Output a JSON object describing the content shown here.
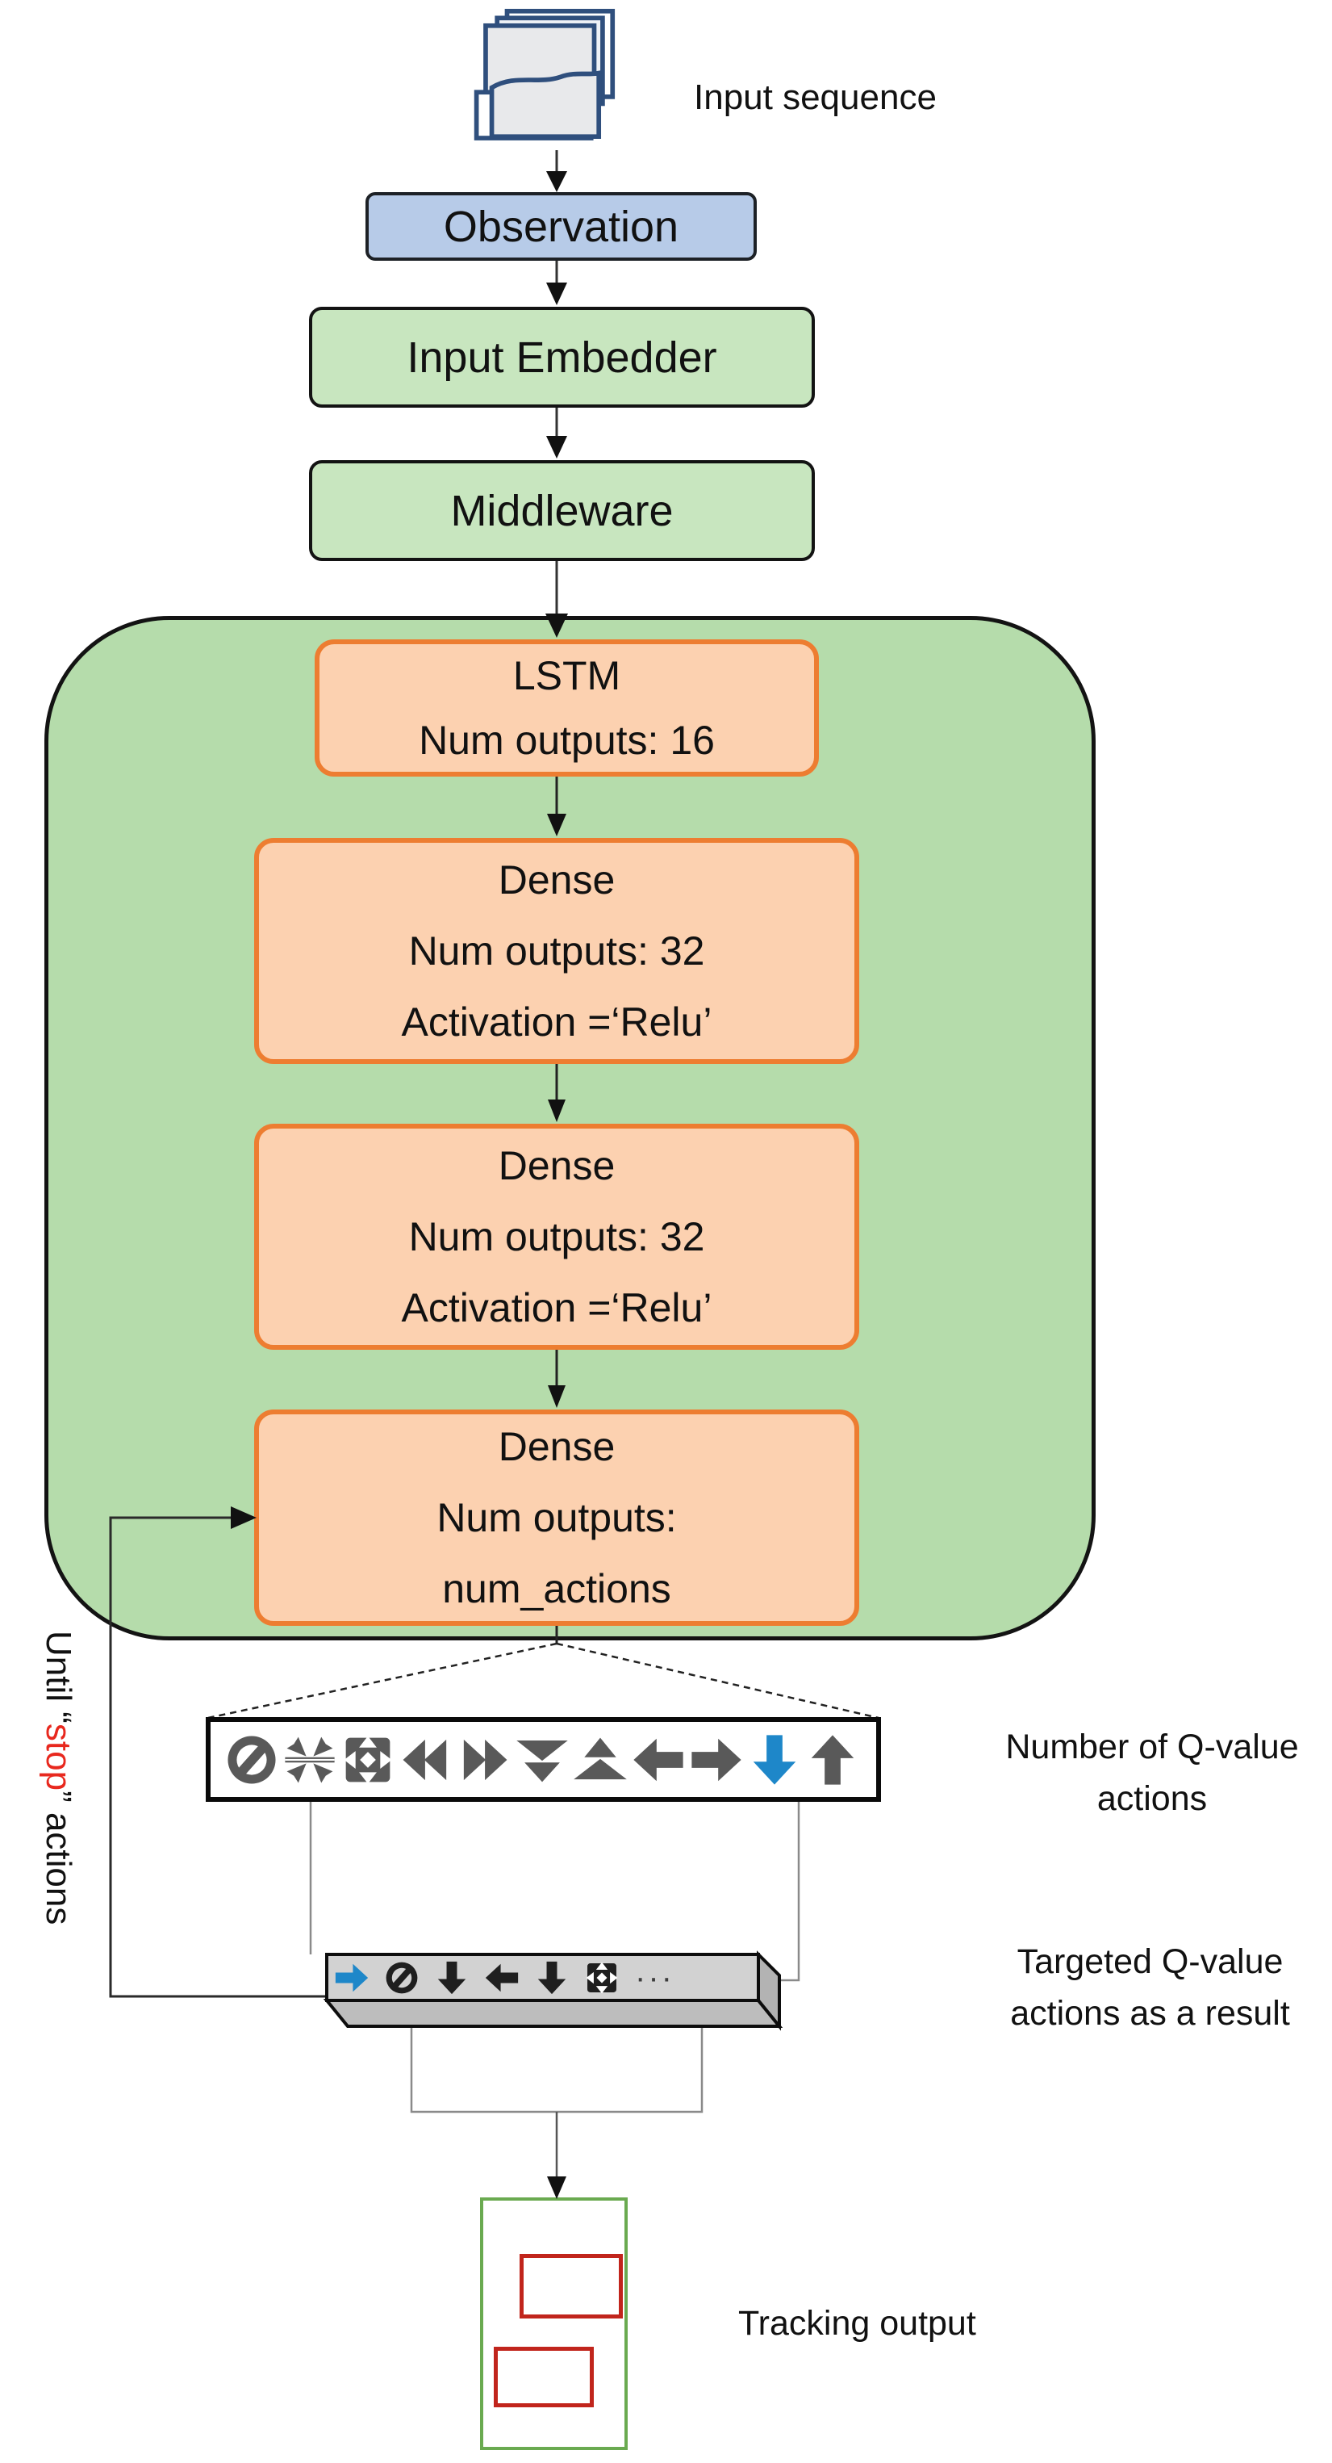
{
  "figure": {
    "type": "flow-diagram",
    "subject": "Recurrent DQN tracking agent architecture"
  },
  "labels": {
    "input_sequence": "Input sequence",
    "q_count_line1": "Number of Q-value",
    "q_count_line2": "actions",
    "targeted_line1": "Targeted Q-value",
    "targeted_line2": "actions as a result",
    "tracking_output": "Tracking output",
    "loop_prefix": "Until “",
    "loop_stop": "stop",
    "loop_suffix": "” actions"
  },
  "nodes": {
    "observation": "Observation",
    "input_embedder": "Input Embedder",
    "middleware": "Middleware",
    "lstm": {
      "title": "LSTM",
      "line2": "Num outputs: 16"
    },
    "dense_1": {
      "title": "Dense",
      "line2": "Num outputs: 32",
      "line3": "Activation =‘Relu’"
    },
    "dense_2": {
      "title": "Dense",
      "line2": "Num outputs: 32",
      "line3": "Activation =‘Relu’"
    },
    "dense_3": {
      "title": "Dense",
      "line2": "Num outputs:",
      "line3": "num_actions"
    }
  },
  "q_value_box": {
    "icons": [
      {
        "name": "no-symbol-icon",
        "sym": "no",
        "tone": "gray"
      },
      {
        "name": "compress-icon",
        "sym": "compress",
        "tone": "gray"
      },
      {
        "name": "expand-icon",
        "sym": "expand",
        "tone": "gray"
      },
      {
        "name": "double-left-icon",
        "sym": "dleft",
        "tone": "gray"
      },
      {
        "name": "double-right-icon",
        "sym": "dright",
        "tone": "gray"
      },
      {
        "name": "shrink-down-icon",
        "sym": "shrinkdown",
        "tone": "gray"
      },
      {
        "name": "shrink-up-icon",
        "sym": "shrinkup",
        "tone": "gray"
      },
      {
        "name": "left-arrow-icon",
        "sym": "left",
        "tone": "gray"
      },
      {
        "name": "right-arrow-icon",
        "sym": "right",
        "tone": "gray"
      },
      {
        "name": "down-arrow-icon",
        "sym": "down",
        "tone": "blue"
      },
      {
        "name": "up-arrow-icon",
        "sym": "up",
        "tone": "gray"
      }
    ]
  },
  "targeted_bar": {
    "icons": [
      {
        "name": "right-arrow-icon",
        "sym": "right",
        "tone": "blue"
      },
      {
        "name": "no-symbol-icon",
        "sym": "no",
        "tone": "dark"
      },
      {
        "name": "down-arrow-icon",
        "sym": "down",
        "tone": "dark"
      },
      {
        "name": "left-arrow-icon",
        "sym": "left",
        "tone": "dark"
      },
      {
        "name": "down-arrow-icon",
        "sym": "down",
        "tone": "dark"
      },
      {
        "name": "expand-icon",
        "sym": "expand",
        "tone": "dark"
      }
    ],
    "ellipsis": "···"
  },
  "colors": {
    "observation_fill": "#b7cbe8",
    "green_fill": "#c8e6bf",
    "container_fill": "#b5dcab",
    "orange_fill": "#fcd1b0",
    "orange_border": "#ed7d31",
    "blue_accent": "#1e87c9",
    "red_accent": "#e8281e",
    "tracking_border": "#6aaa50",
    "red_box_border": "#c1251c"
  }
}
